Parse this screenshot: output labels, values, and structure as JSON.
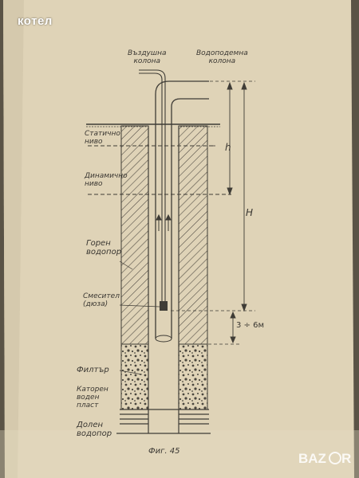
{
  "watermark": {
    "text": "котел",
    "brand": "BAZAR"
  },
  "diagram": {
    "labels": {
      "air_column": "Въздушна\nколона",
      "lift_column": "Водоподемна\nколона",
      "static_level": "Статично\nниво",
      "dynamic_level": "Динамично\nниво",
      "upper_aquitard": "Горен\nводопор",
      "mixer": "Смесител\n(дюза)",
      "filter": "Филтър",
      "aquifer": "Каторен\nводен\nпласт",
      "lower_aquitard": "Долен\nводопор",
      "dim_h": "h",
      "dim_H": "H",
      "dim_depth": "3 ÷ 6м",
      "figure_caption": "Фиг. 45"
    },
    "colors": {
      "paper": "#dfd3b7",
      "ink": "#3f3c36",
      "background": "#5a5346"
    }
  }
}
